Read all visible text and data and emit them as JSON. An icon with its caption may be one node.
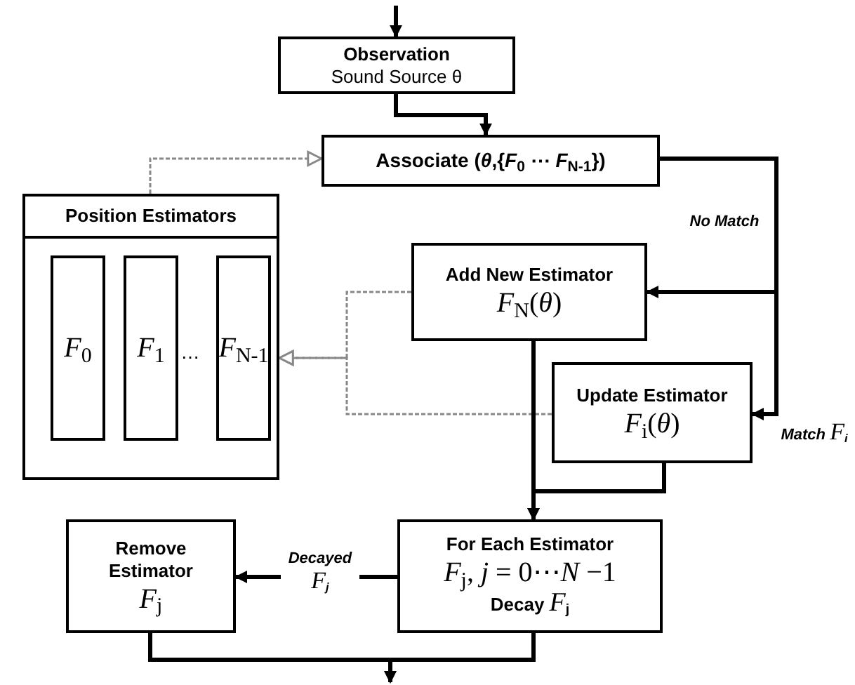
{
  "diagram": {
    "nodes": [
      {
        "text": [
          "Observation",
          "Sound Source θ"
        ]
      },
      {
        "text": [
          "Associate (*θ*,{*F*$_{0}$ ⋯ *F*$_{N-1}$})"
        ]
      },
      {
        "text": [
          "Position Estimators"
        ]
      },
      {
        "text": [
          "*F*$_{0}$"
        ],
        "in": 2
      },
      {
        "text": [
          "*F*$_{1}$"
        ],
        "in": 2
      },
      {
        "text": [
          "*F*$_{N-1}$"
        ],
        "in": 2
      },
      {
        "text": [
          "Add New Estimator",
          "*F*$_{N}$(*θ*)"
        ]
      },
      {
        "text": [
          "Update Estimator",
          "*F*$_{i}$(*θ*)"
        ]
      },
      {
        "text": [
          "For Each Estimator",
          "*F*$_{j}$, *j* = 0⋯*N* −1",
          "Decay *F*$_{j}$"
        ]
      },
      {
        "text": [
          "Remove Estimator",
          "*F*$_{j}$"
        ]
      }
    ],
    "edges": [
      {
        "from": null,
        "to": 0,
        "arrow": "to"
      },
      {
        "from": 0,
        "to": 1,
        "arrow": "to"
      },
      {
        "from": 1,
        "to": 6,
        "arrow": "to",
        "label": "No Match"
      },
      {
        "from": 1,
        "to": 7,
        "arrow": "to",
        "label": "Match *F*$_{i}$"
      },
      {
        "from": 6,
        "to": 2,
        "arrow": "to",
        "style": "dashed",
        "color": "#888888"
      },
      {
        "from": 7,
        "to": 2,
        "arrow": "to",
        "style": "dashed",
        "color": "#888888"
      },
      {
        "from": 2,
        "to": 1,
        "arrow": "to",
        "style": "dashed",
        "color": "#888888"
      },
      {
        "from": 6,
        "to": 8,
        "arrow": "to"
      },
      {
        "from": 7,
        "to": 8,
        "arrow": "to"
      },
      {
        "from": 8,
        "to": 9,
        "arrow": "to",
        "label": "Decayed *F*$_{j}$"
      },
      {
        "from": 9,
        "to": null,
        "arrow": "to"
      },
      {
        "from": 8,
        "to": null,
        "arrow": "to"
      }
    ],
    "labels": [
      "⋯"
    ]
  }
}
